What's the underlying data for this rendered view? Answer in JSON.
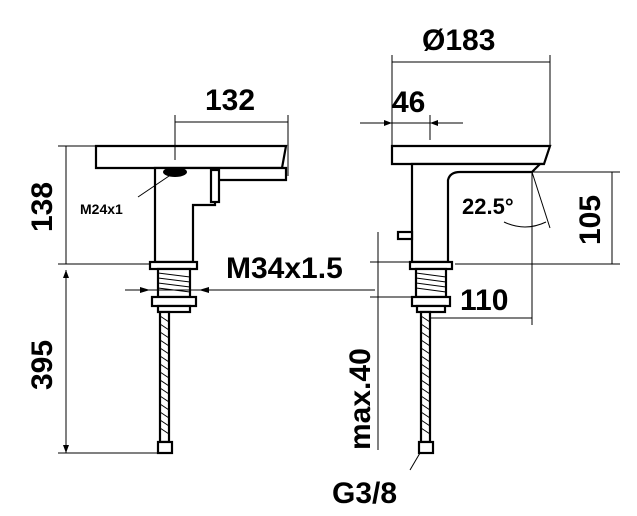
{
  "drawing": {
    "labels": {
      "dia_183": "Ø183",
      "dim_132": "132",
      "dim_46": "46",
      "dim_138": "138",
      "thread_m24": "M24x1",
      "angle": "22.5°",
      "dim_105": "105",
      "thread_m34": "M34x1.5",
      "dim_110": "110",
      "dim_395": "395",
      "max_40": "max.40",
      "g38": "G3/8"
    }
  }
}
